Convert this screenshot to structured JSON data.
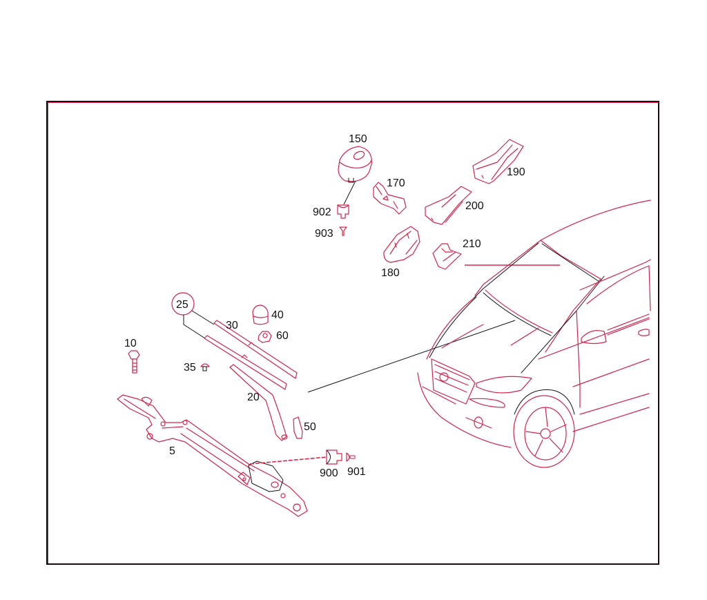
{
  "diagram": {
    "type": "exploded parts diagram",
    "subject": "Windshield wiper system",
    "colors": {
      "line_primary": "#d8204a",
      "line_secondary": "#111111",
      "frame": "#1a0a10",
      "background": "#ffffff"
    },
    "callouts": [
      {
        "id": "5",
        "label": "5",
        "part": "wiper-linkage-frame"
      },
      {
        "id": "10",
        "label": "10",
        "part": "bolt"
      },
      {
        "id": "20",
        "label": "20",
        "part": "wiper-arm"
      },
      {
        "id": "25",
        "label": "25",
        "part": "wiper-blade-set",
        "circled": true
      },
      {
        "id": "30",
        "label": "30",
        "part": "wiper-blade"
      },
      {
        "id": "35",
        "label": "35",
        "part": "screw"
      },
      {
        "id": "40",
        "label": "40",
        "part": "cap"
      },
      {
        "id": "50",
        "label": "50",
        "part": "arm-cover"
      },
      {
        "id": "60",
        "label": "60",
        "part": "nut"
      },
      {
        "id": "150",
        "label": "150",
        "part": "sensor"
      },
      {
        "id": "170",
        "label": "170",
        "part": "bracket"
      },
      {
        "id": "180",
        "label": "180",
        "part": "cover"
      },
      {
        "id": "190",
        "label": "190",
        "part": "cover"
      },
      {
        "id": "200",
        "label": "200",
        "part": "cover"
      },
      {
        "id": "210",
        "label": "210",
        "part": "clip"
      },
      {
        "id": "900",
        "label": "900",
        "part": "connector"
      },
      {
        "id": "901",
        "label": "901",
        "part": "contact"
      },
      {
        "id": "902",
        "label": "902",
        "part": "connector"
      },
      {
        "id": "903",
        "label": "903",
        "part": "contact"
      }
    ]
  }
}
